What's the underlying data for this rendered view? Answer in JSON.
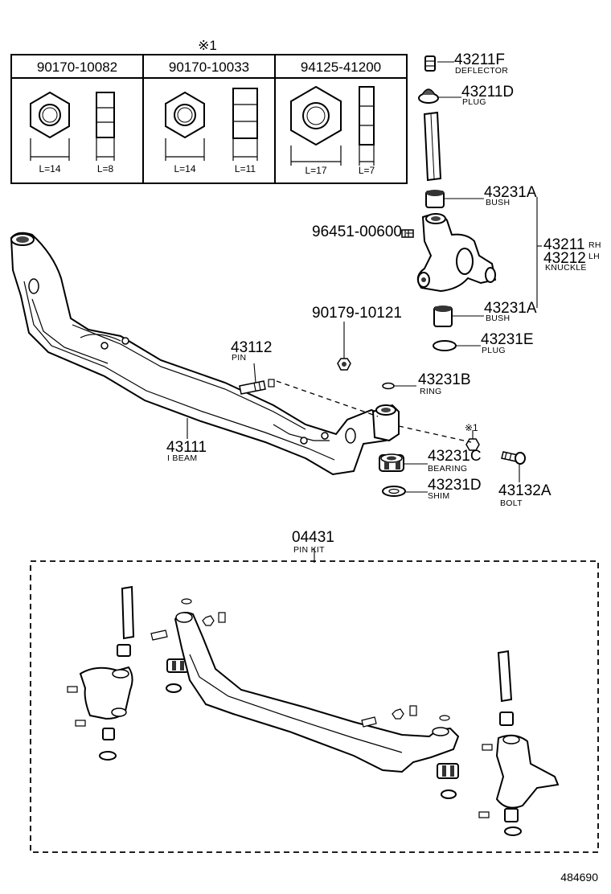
{
  "fastener_table": {
    "note_mark": "※1",
    "columns": [
      {
        "part_no": "90170-10082",
        "width_label": "L=14",
        "thickness_label": "L=8"
      },
      {
        "part_no": "90170-10033",
        "width_label": "L=14",
        "thickness_label": "L=11"
      },
      {
        "part_no": "94125-41200",
        "width_label": "L=17",
        "thickness_label": "L=7"
      }
    ]
  },
  "labels": {
    "deflector": {
      "no": "43211F",
      "name": "DEFLECTOR"
    },
    "plug_top": {
      "no": "43211D",
      "name": "PLUG"
    },
    "bush_upper": {
      "no": "43231A",
      "name": "BUSH"
    },
    "knuckle": {
      "no_rh": "43211",
      "no_lh": "43212",
      "rh": "RH",
      "lh": "LH",
      "name": "KNUCKLE"
    },
    "screw": {
      "no": "96451-00600"
    },
    "nut": {
      "no": "90179-10121"
    },
    "bush_lower": {
      "no": "43231A",
      "name": "BUSH"
    },
    "plug_lower": {
      "no": "43231E",
      "name": "PLUG"
    },
    "pin": {
      "no": "43112",
      "name": "PIN"
    },
    "ring": {
      "no": "43231B",
      "name": "RING"
    },
    "beam": {
      "no": "43111",
      "name": "I BEAM"
    },
    "note_mark2": "※1",
    "bearing": {
      "no": "43231C",
      "name": "BEARING"
    },
    "bolt": {
      "no": "43132A",
      "name": "BOLT"
    },
    "shim": {
      "no": "43231D",
      "name": "SHIM"
    },
    "pin_kit": {
      "no": "04431",
      "name": "PIN KIT"
    }
  },
  "diagram_id": "484690"
}
